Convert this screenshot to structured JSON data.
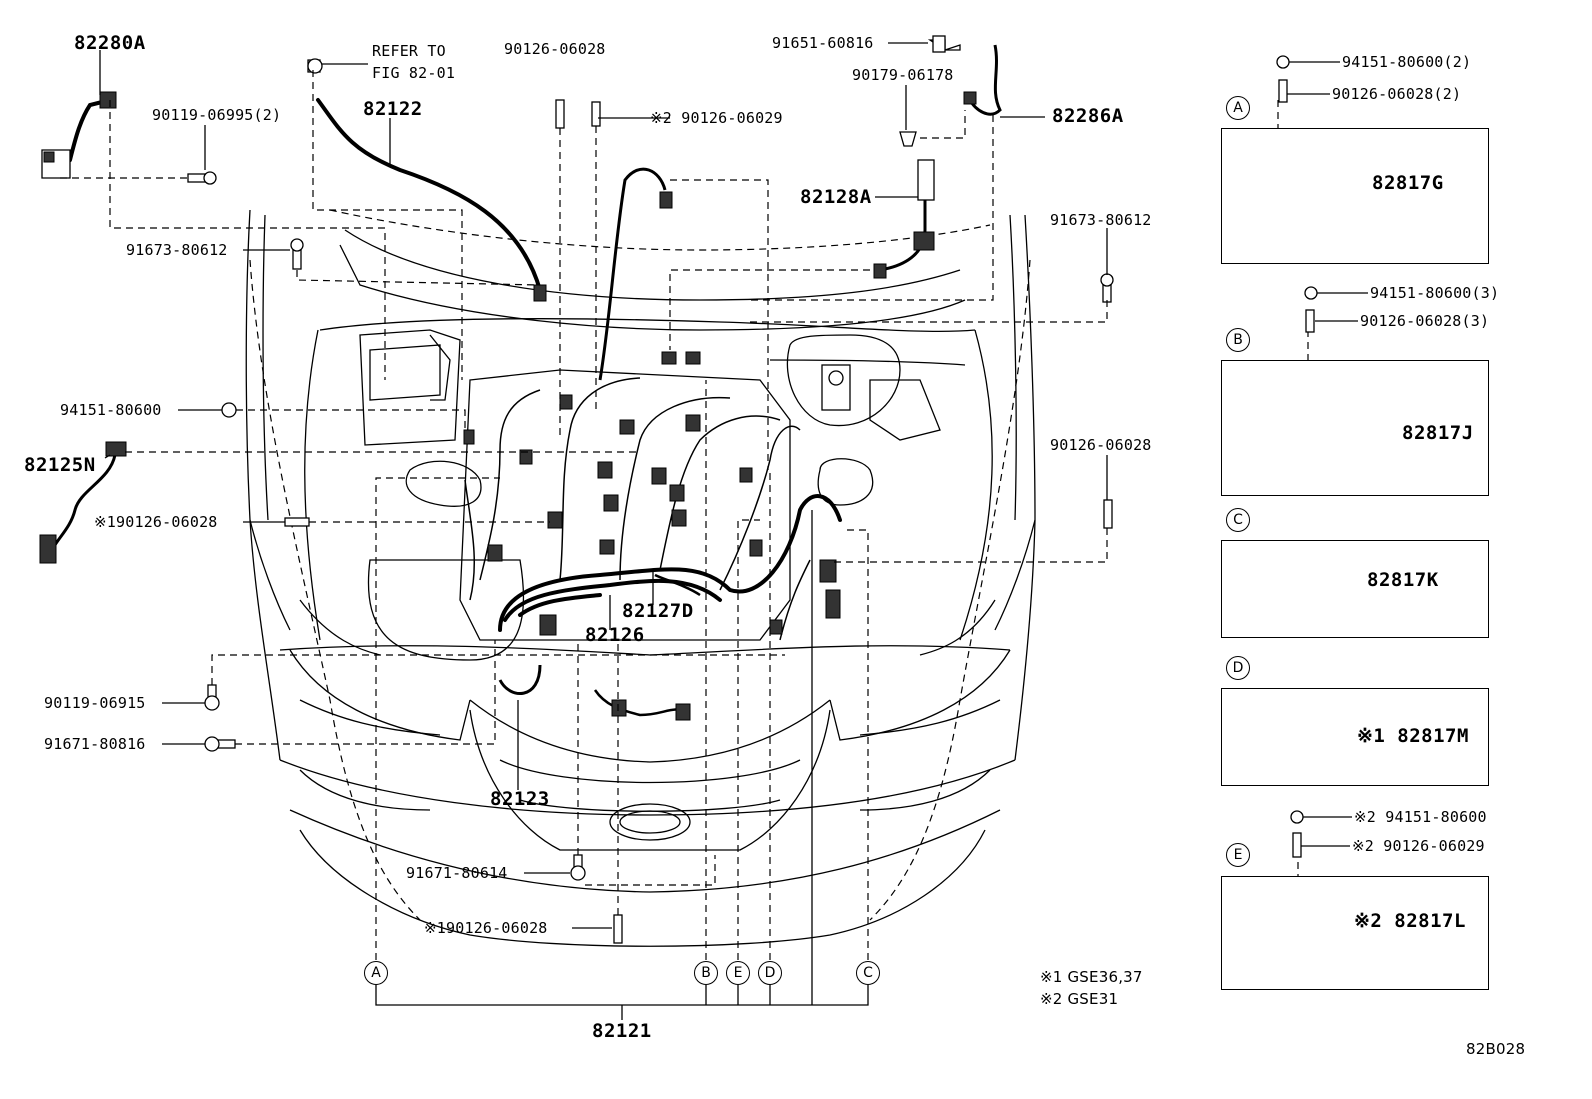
{
  "labels": {
    "p82280A": "82280A",
    "p90119_06995": "90119-06995(2)",
    "p91673_80612_left": "91673-80612",
    "refer_to": "REFER TO",
    "fig": "FIG 82-01",
    "p82122": "82122",
    "p90126_06028_top": "90126-06028",
    "p90126_06029_top": "※2 90126-06029",
    "p91651_60816": "91651-60816",
    "p90179_06178": "90179-06178",
    "p82286A": "82286A",
    "p82128A": "82128A",
    "p91673_80612_right": "91673-80612",
    "p94151_80600_left": "94151-80600",
    "p82125N": "82125N",
    "p90126_06028_left": "※190126-06028",
    "p90126_06028_right": "90126-06028",
    "p82127D": "82127D",
    "p82126": "82126",
    "p90119_06915": "90119-06915",
    "p91671_80816": "91671-80816",
    "p82123": "82123",
    "p91671_80614": "91671-80614",
    "p90126_06028_bottom": "※190126-06028",
    "p82121": "82121",
    "note1": "※1 GSE36,37",
    "note2": "※2 GSE31",
    "diagram_code": "82B028"
  },
  "markers": {
    "A": "A",
    "B": "B",
    "C": "C",
    "D": "D",
    "E": "E"
  },
  "detail_panels": {
    "A": {
      "nut": "94151-80600(2)",
      "stud": "90126-06028(2)",
      "part": "82817G"
    },
    "B": {
      "nut": "94151-80600(3)",
      "stud": "90126-06028(3)",
      "part": "82817J"
    },
    "C": {
      "part": "82817K"
    },
    "D": {
      "part": "※1 82817M"
    },
    "E": {
      "nut": "※2 94151-80600",
      "stud": "※2 90126-06029",
      "part": "※2 82817L"
    }
  }
}
